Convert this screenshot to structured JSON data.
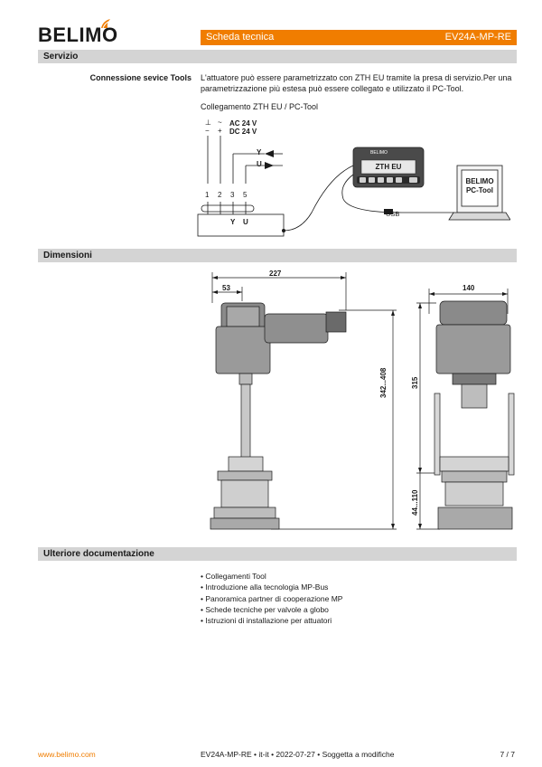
{
  "header": {
    "brand": "BELIMO",
    "doc_type": "Scheda tecnica",
    "product": "EV24A-MP-RE"
  },
  "sections": {
    "servizio": "Servizio",
    "dimensioni": "Dimensioni",
    "documentazione": "Ulteriore documentazione"
  },
  "servizio": {
    "label": "Connessione sevice Tools",
    "paragraph_line1": "L'attuatore può essere parametrizzato con ZTH EU tramite la presa di servizio.Per una",
    "paragraph_line2": "parametrizzazione più estesa può essere collegato e utilizzato il PC-Tool.",
    "caption": "Collegamento ZTH EU / PC-Tool"
  },
  "wiring": {
    "ground_symbol": "⊥",
    "minus_symbol": "−",
    "ac_symbol": "~",
    "plus_symbol": "+",
    "ac_label": "AC 24 V",
    "dc_label": "DC 24 V",
    "y_label": "Y",
    "u_label": "U",
    "terminals": [
      "1",
      "2",
      "3",
      "5"
    ],
    "box_y": "Y",
    "box_u": "U",
    "zth_label": "ZTH EU",
    "zth_brand": "BELIMO",
    "pc_line1": "BELIMO",
    "pc_line2": "PC-Tool",
    "usb_label": "USB"
  },
  "dimensions": {
    "width_total": "227",
    "width_left": "53",
    "height_total": "342...408",
    "side_width": "140",
    "side_height": "315",
    "side_bottom": "44...110"
  },
  "documentation": {
    "items": [
      "Collegamenti Tool",
      "Introduzione alla tecnologia MP-Bus",
      "Panoramica partner di cooperazione MP",
      "Schede tecniche per valvole a globo",
      "Istruzioni di installazione per attuatori"
    ]
  },
  "footer": {
    "website": "www.belimo.com",
    "info": "EV24A-MP-RE • it-it • 2022-07-27 • Soggetta a modifiche",
    "page": "7 / 7"
  },
  "colors": {
    "accent": "#f07d00",
    "section_bg": "#d4d4d4"
  }
}
